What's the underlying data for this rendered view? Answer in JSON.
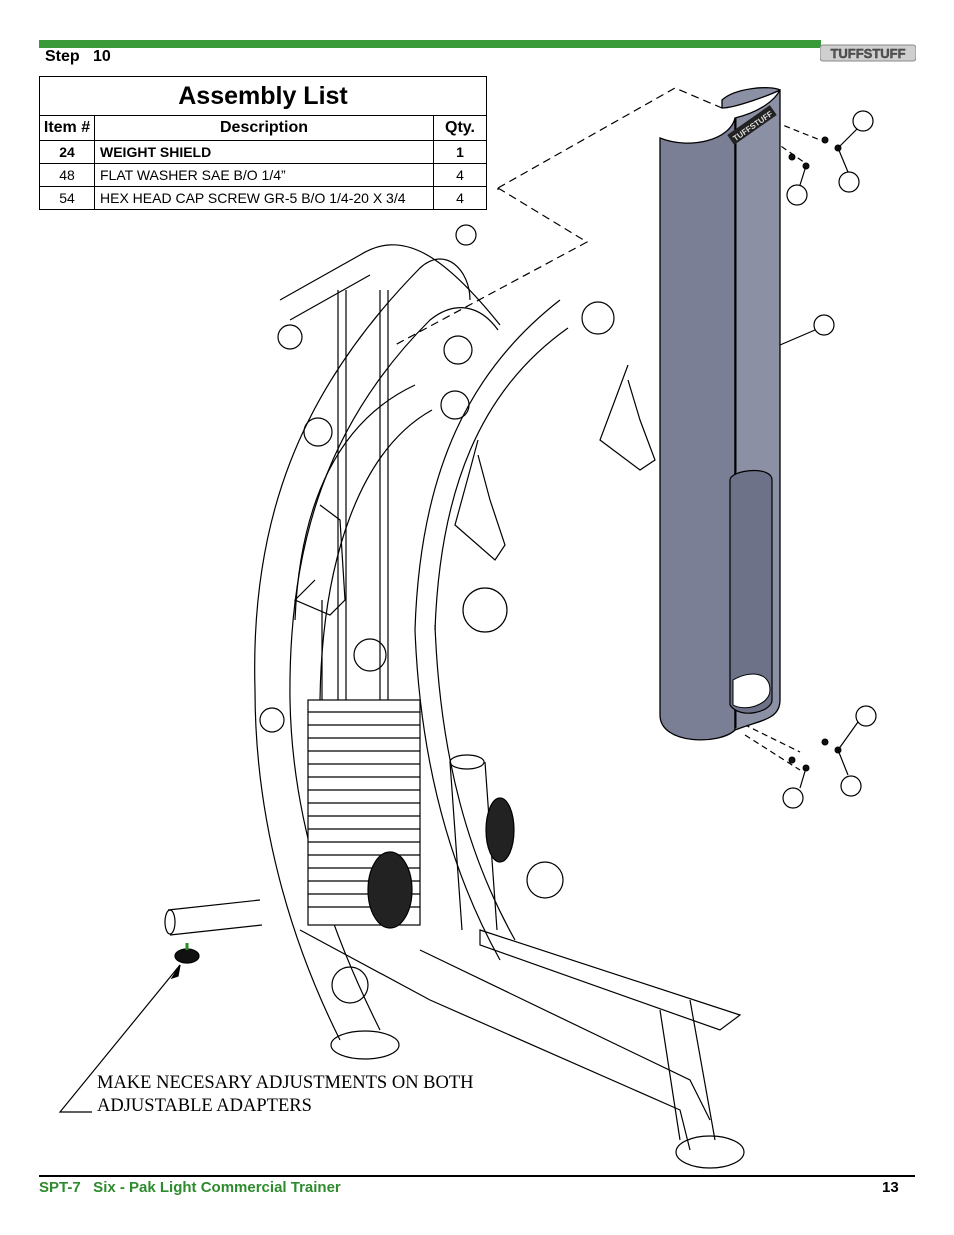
{
  "header": {
    "step_label": "Step",
    "step_number": "10",
    "brand_logo": "TUFFSTUFF",
    "accent_color": "#3a9a3a"
  },
  "assembly_list": {
    "title": "Assembly List",
    "columns": [
      "Item #",
      "Description",
      "Qty."
    ],
    "rows": [
      {
        "item": "24",
        "description": "WEIGHT SHIELD",
        "qty": "1"
      },
      {
        "item": "48",
        "description": "FLAT WASHER  SAE B/O 1/4”",
        "qty": "4"
      },
      {
        "item": "54",
        "description": "HEX HEAD CAP SCREW GR-5 B/O 1/4-20 X 3/4",
        "qty": "4"
      }
    ]
  },
  "diagram": {
    "shield_color": "#7a7f95",
    "shield_logo": "TUFFSTUFF"
  },
  "note": {
    "line1": "MAKE NECESARY ADJUSTMENTS ON BOTH",
    "line2": "ADJUSTABLE ADAPTERS"
  },
  "footer": {
    "title": "SPT-7   Six - Pak Light Commercial Trainer",
    "page": "13"
  }
}
